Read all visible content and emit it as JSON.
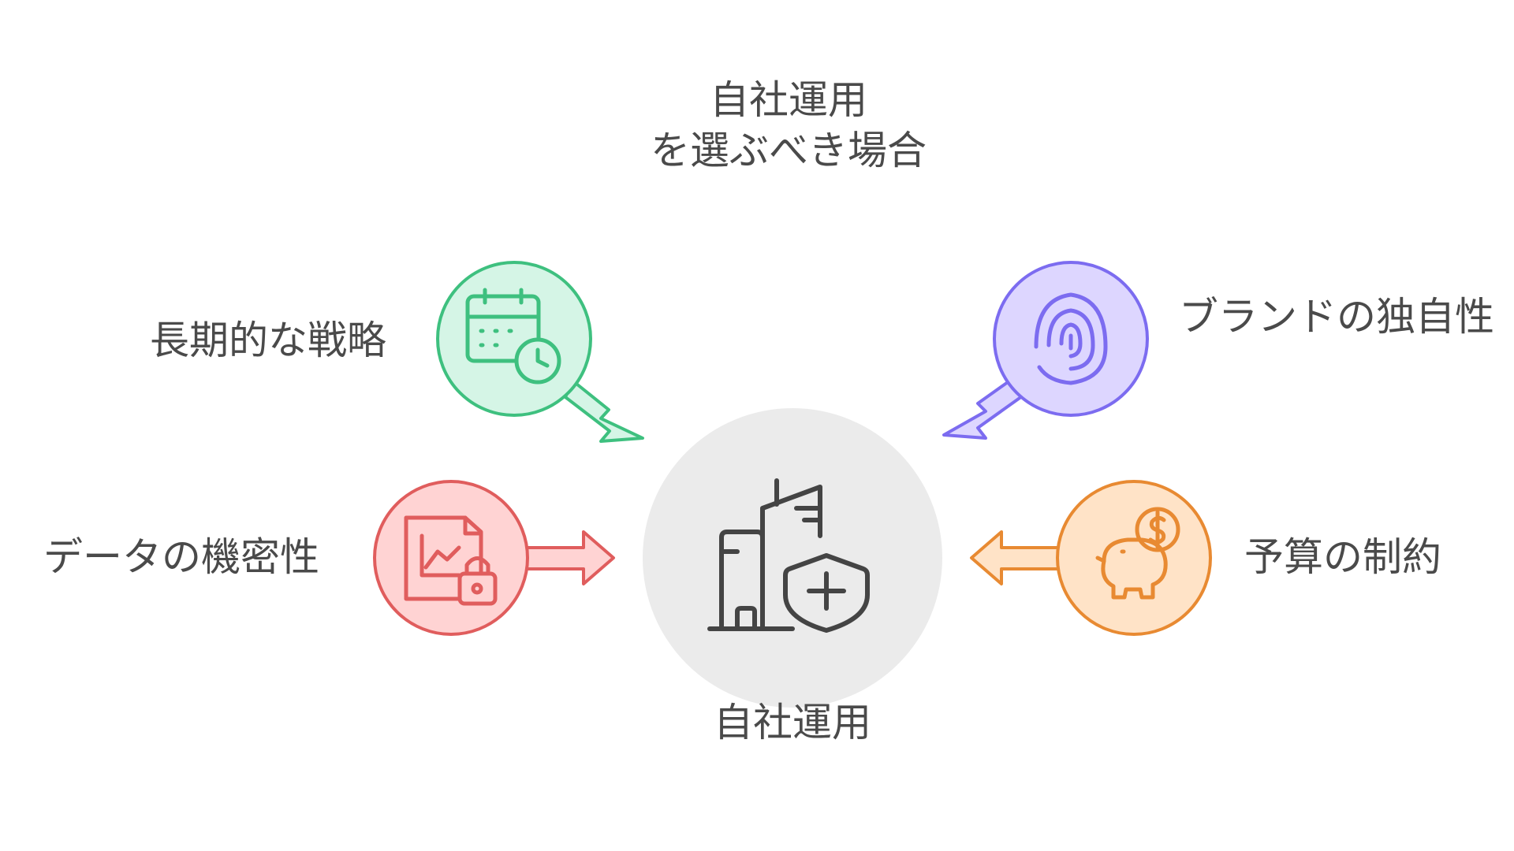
{
  "title": {
    "line1": "自社運用",
    "line2": "を選ぶべき場合"
  },
  "center": {
    "label": "自社運用",
    "icon": "building-shield-icon",
    "fill": "#ebebeb",
    "stroke": "#444444"
  },
  "factors": [
    {
      "id": "long",
      "label": "長期的な戦略",
      "icon": "calendar-clock-icon",
      "fill": "#d5f5e6",
      "stroke": "#3ec07f"
    },
    {
      "id": "data",
      "label": "データの機密性",
      "icon": "chart-lock-icon",
      "fill": "#ffd3d3",
      "stroke": "#e05d5d"
    },
    {
      "id": "brand",
      "label": "ブランドの独自性",
      "icon": "fingerprint-icon",
      "fill": "#ddd6ff",
      "stroke": "#7c6cf0"
    },
    {
      "id": "budget",
      "label": "予算の制約",
      "icon": "piggy-bank-icon",
      "fill": "#ffe3c7",
      "stroke": "#e88a32"
    }
  ]
}
